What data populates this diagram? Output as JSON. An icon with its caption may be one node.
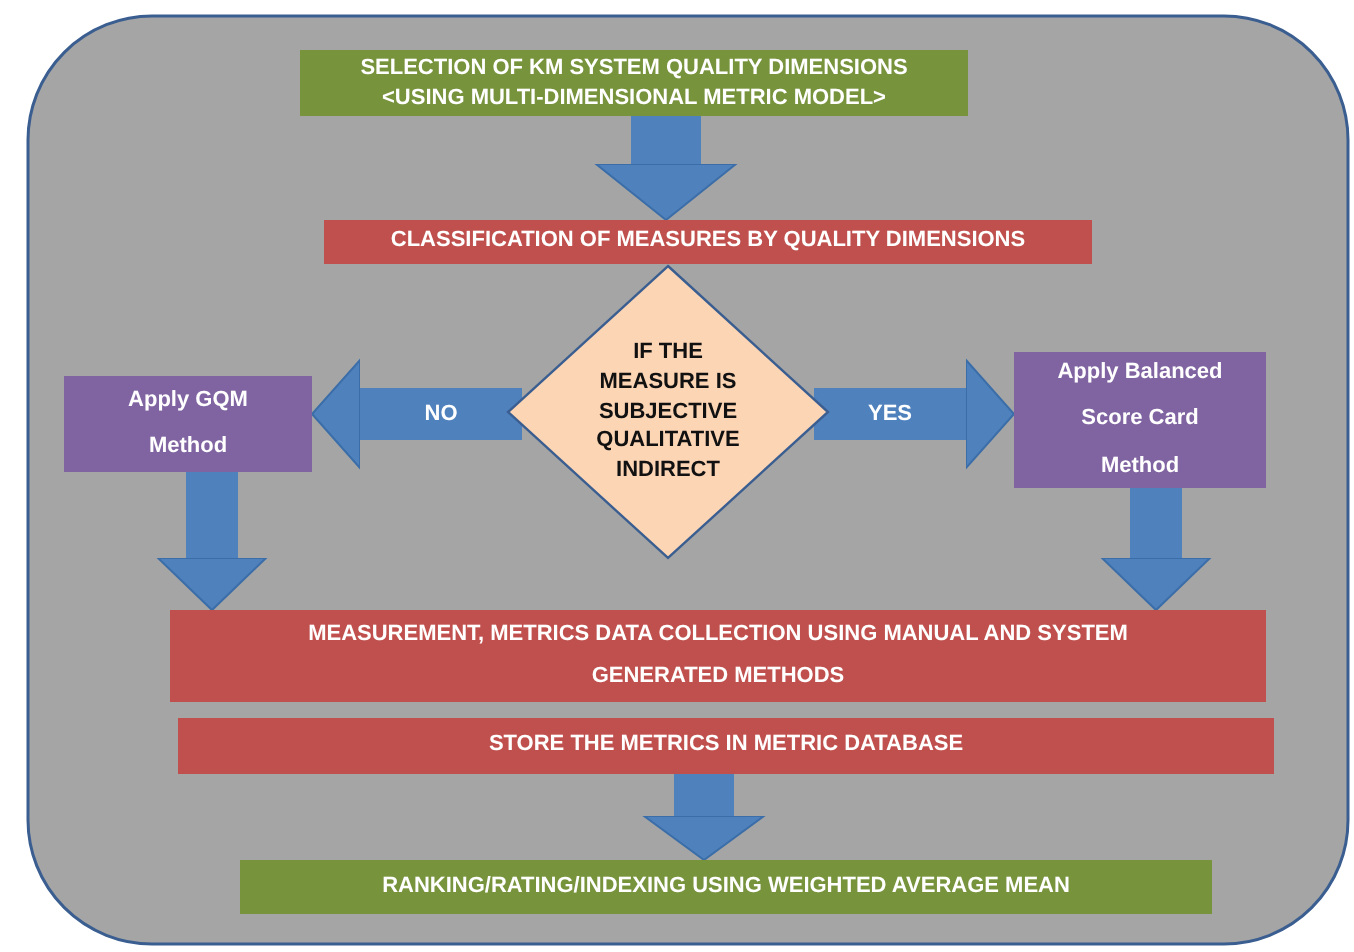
{
  "diagram": {
    "nodes": [
      {
        "text": [
          "SELECTION OF KM SYSTEM QUALITY DIMENSIONS <USING MULTI-DIMENSIONAL METRIC MODEL>"
        ]
      },
      {
        "text": [
          "CLASSIFICATION OF MEASURES BY QUALITY DIMENSIONS"
        ]
      },
      {
        "text": [
          "IF THE MEASURE IS SUBJECTIVE QUALITATIVE INDIRECT"
        ]
      },
      {
        "text": [
          "Apply GQM Method"
        ]
      },
      {
        "text": [
          "Apply Balanced Score Card Method"
        ]
      },
      {
        "text": [
          "MEASUREMENT, METRICS DATA COLLECTION USING MANUAL AND SYSTEM GENERATED METHODS"
        ]
      },
      {
        "text": [
          "STORE THE METRICS IN METRIC DATABASE"
        ]
      },
      {
        "text": [
          "RANKING/RATING/INDEXING USING WEIGHTED AVERAGE MEAN"
        ]
      }
    ],
    "edges": [
      {
        "from": 0,
        "to": 1,
        "arrow": "to"
      },
      {
        "from": 2,
        "to": 3,
        "arrow": "to",
        "label": "NO"
      },
      {
        "from": 2,
        "to": 4,
        "arrow": "to",
        "label": "YES"
      },
      {
        "from": 3,
        "to": 5,
        "arrow": "to"
      },
      {
        "from": 4,
        "to": 5,
        "arrow": "to"
      },
      {
        "from": 6,
        "to": 7,
        "arrow": "to"
      }
    ]
  }
}
